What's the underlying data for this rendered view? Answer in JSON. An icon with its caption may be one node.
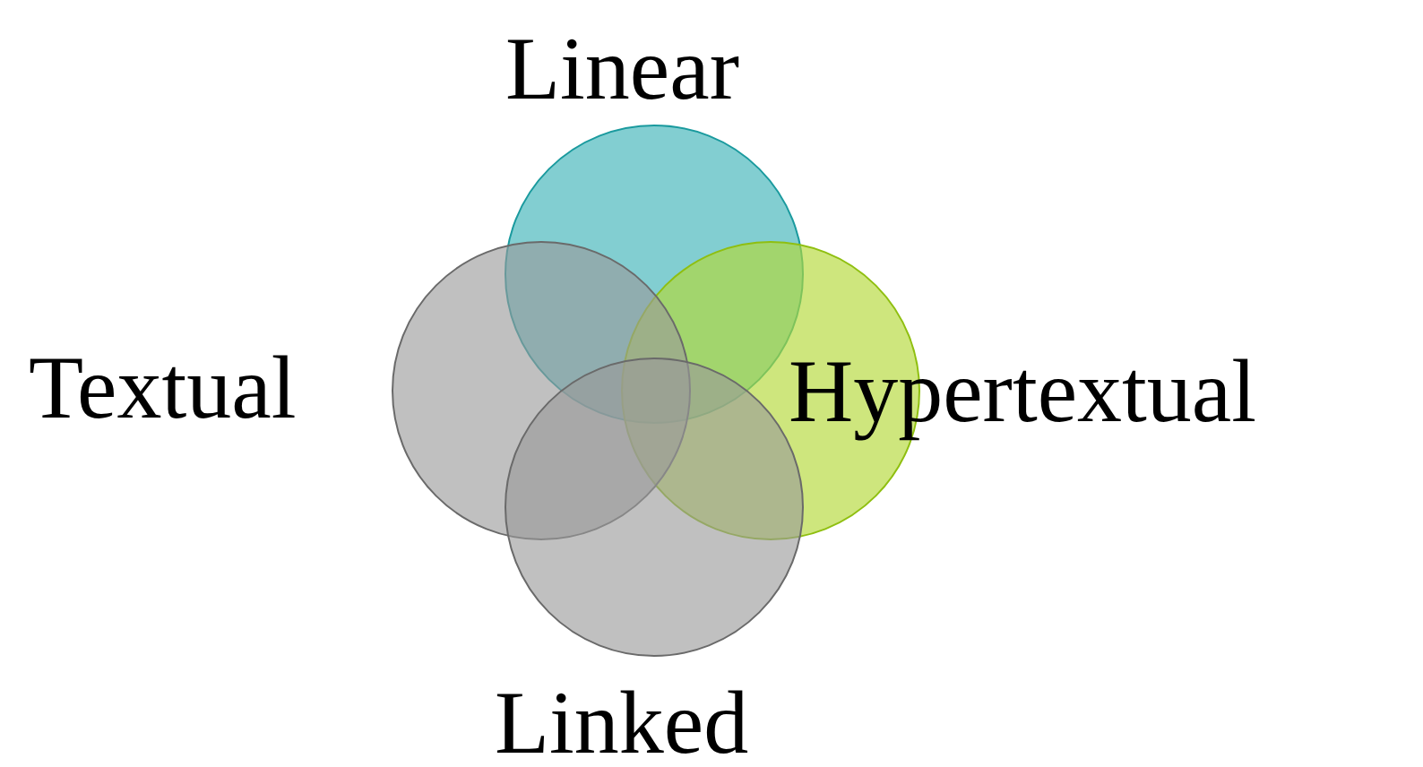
{
  "diagram": {
    "nodes": [
      {
        "text": [
          "Linear"
        ]
      },
      {
        "text": [
          "Hypertextual"
        ]
      },
      {
        "text": [
          "Textual"
        ]
      },
      {
        "text": [
          "Linked"
        ]
      }
    ]
  }
}
